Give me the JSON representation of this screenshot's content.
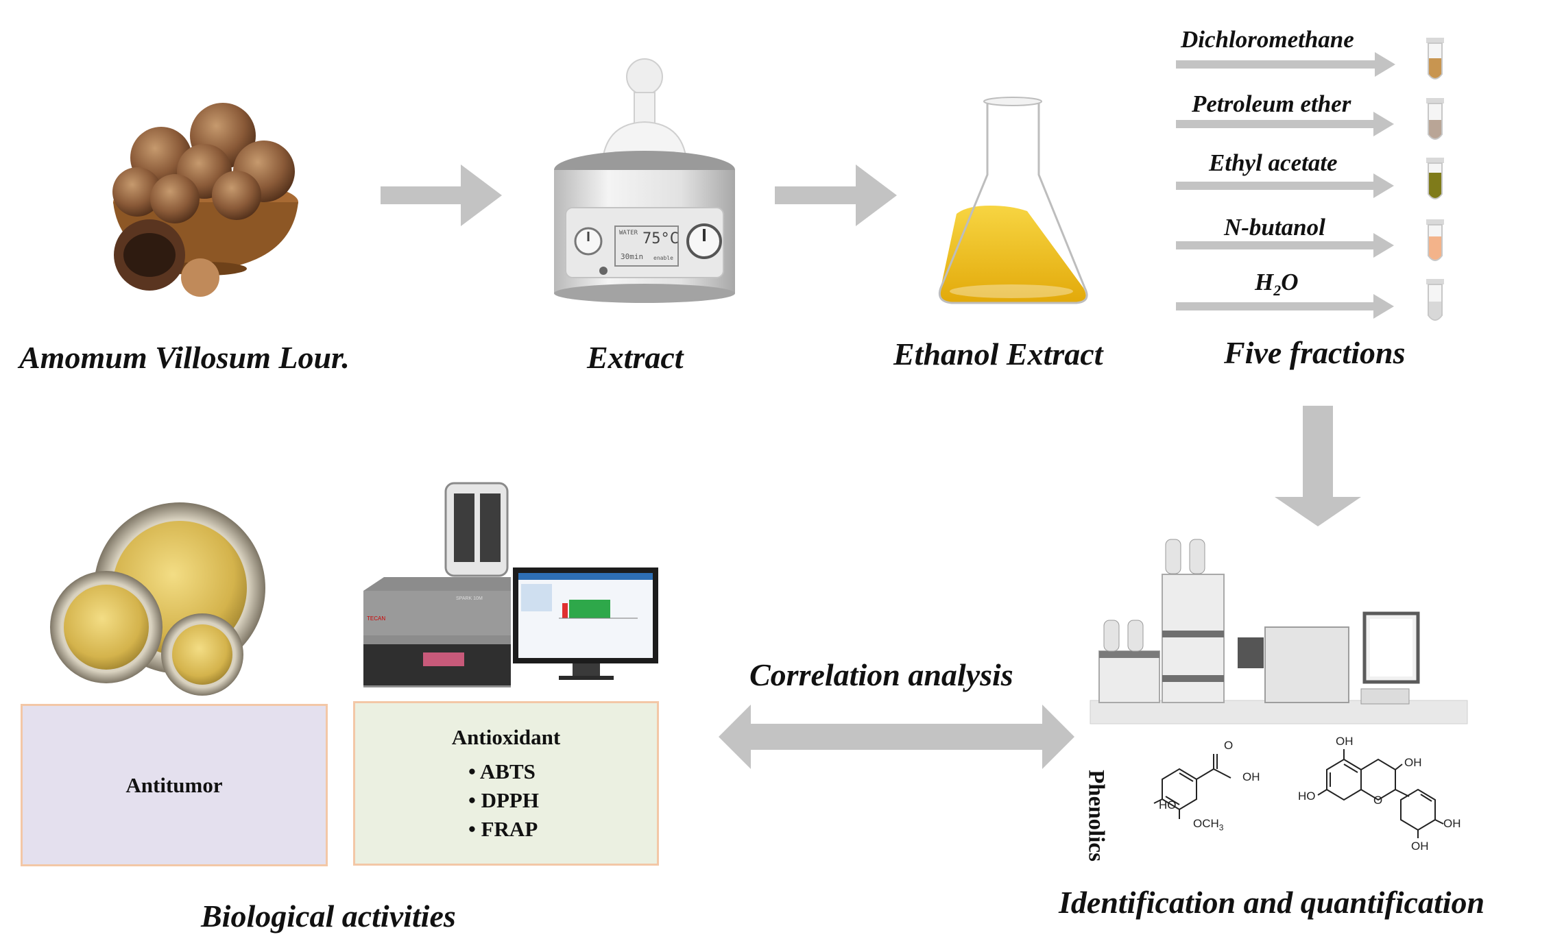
{
  "steps": {
    "plant": "Amomum Villosum Lour.",
    "extract": "Extract",
    "ethanol": "Ethanol Extract",
    "fractions_title": "Five fractions"
  },
  "fractions": [
    {
      "name": "Dichloromethane",
      "color": "#c89550"
    },
    {
      "name": "Petroleum ether",
      "color": "#b9a596"
    },
    {
      "name": "Ethyl acetate",
      "color": "#7f7b1a"
    },
    {
      "name": "N-butanol",
      "color": "#f3b38a"
    },
    {
      "name": "H2O",
      "name_main": "H",
      "name_sub": "2",
      "name_tail": "O",
      "color": "#d8d8d8"
    }
  ],
  "equipment": {
    "bath_display_label": "WATER",
    "bath_temp": "75°C",
    "bath_time": "30min",
    "bath_button": "enable",
    "reader_brand": "TECAN",
    "reader_model": "SPARK 10M"
  },
  "analysis": {
    "correlation": "Correlation analysis",
    "identification": "Identification and quantification",
    "phenolics": "Phenolics"
  },
  "chem": {
    "oh": "OH",
    "o": "O",
    "ho": "HO",
    "och3": "OCH3",
    "och3_main": "OCH",
    "och3_sub": "3"
  },
  "bio": {
    "title": "Biological activities",
    "antitumor": "Antitumor",
    "antioxidant": "Antioxidant",
    "assays": [
      "• ABTS",
      "• DPPH",
      "• FRAP"
    ]
  },
  "colors": {
    "arrow": "#c3c3c3",
    "box_border": "#f3c7a6",
    "antitumor_bg": "#e4e0ee",
    "antioxidant_bg": "#ebf0e1",
    "liquid": "#f2c417"
  }
}
